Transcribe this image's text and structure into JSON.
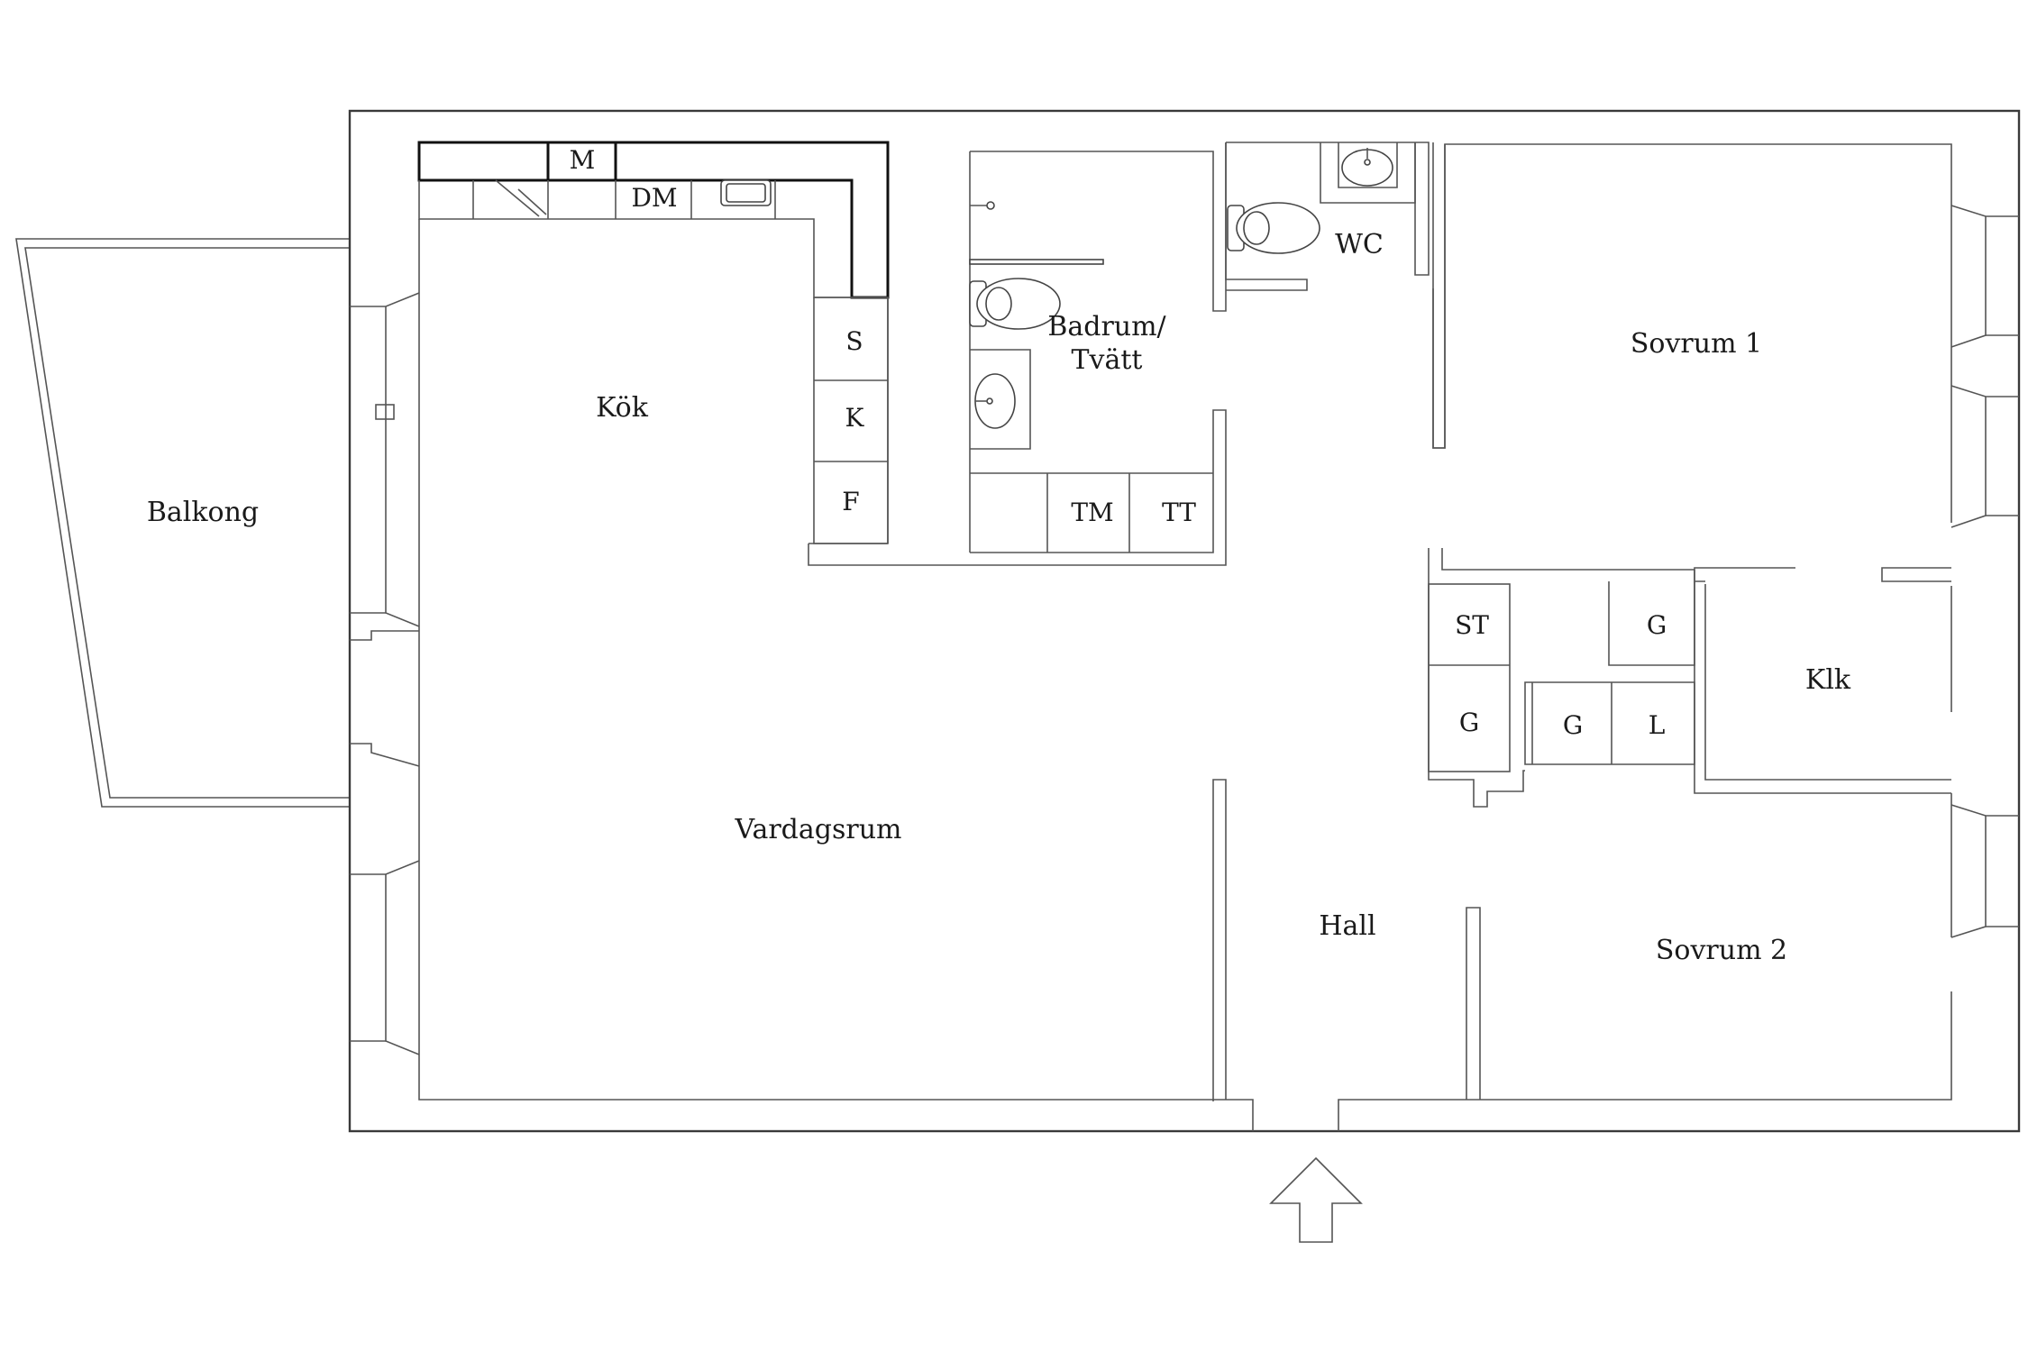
{
  "floorplan": {
    "rooms": {
      "balkong": "Balkong",
      "kok": "Kök",
      "vardagsrum": "Vardagsrum",
      "badrum_line1": "Badrum/",
      "badrum_line2": "Tvätt",
      "wc": "WC",
      "sovrum1": "Sovrum 1",
      "sovrum2": "Sovrum 2",
      "hall": "Hall",
      "klk": "Klk"
    },
    "fixtures": {
      "m": "M",
      "dm": "DM",
      "s": "S",
      "k": "K",
      "f": "F",
      "tm": "TM",
      "tt": "TT",
      "st": "ST",
      "g1": "G",
      "g2": "G",
      "g3": "G",
      "l": "L"
    },
    "icons": [
      "toilet-icon",
      "sink-icon",
      "shower-icon",
      "entrance-arrow-icon"
    ],
    "colors": {
      "line": "#3a3a3a",
      "background": "#ffffff"
    }
  }
}
